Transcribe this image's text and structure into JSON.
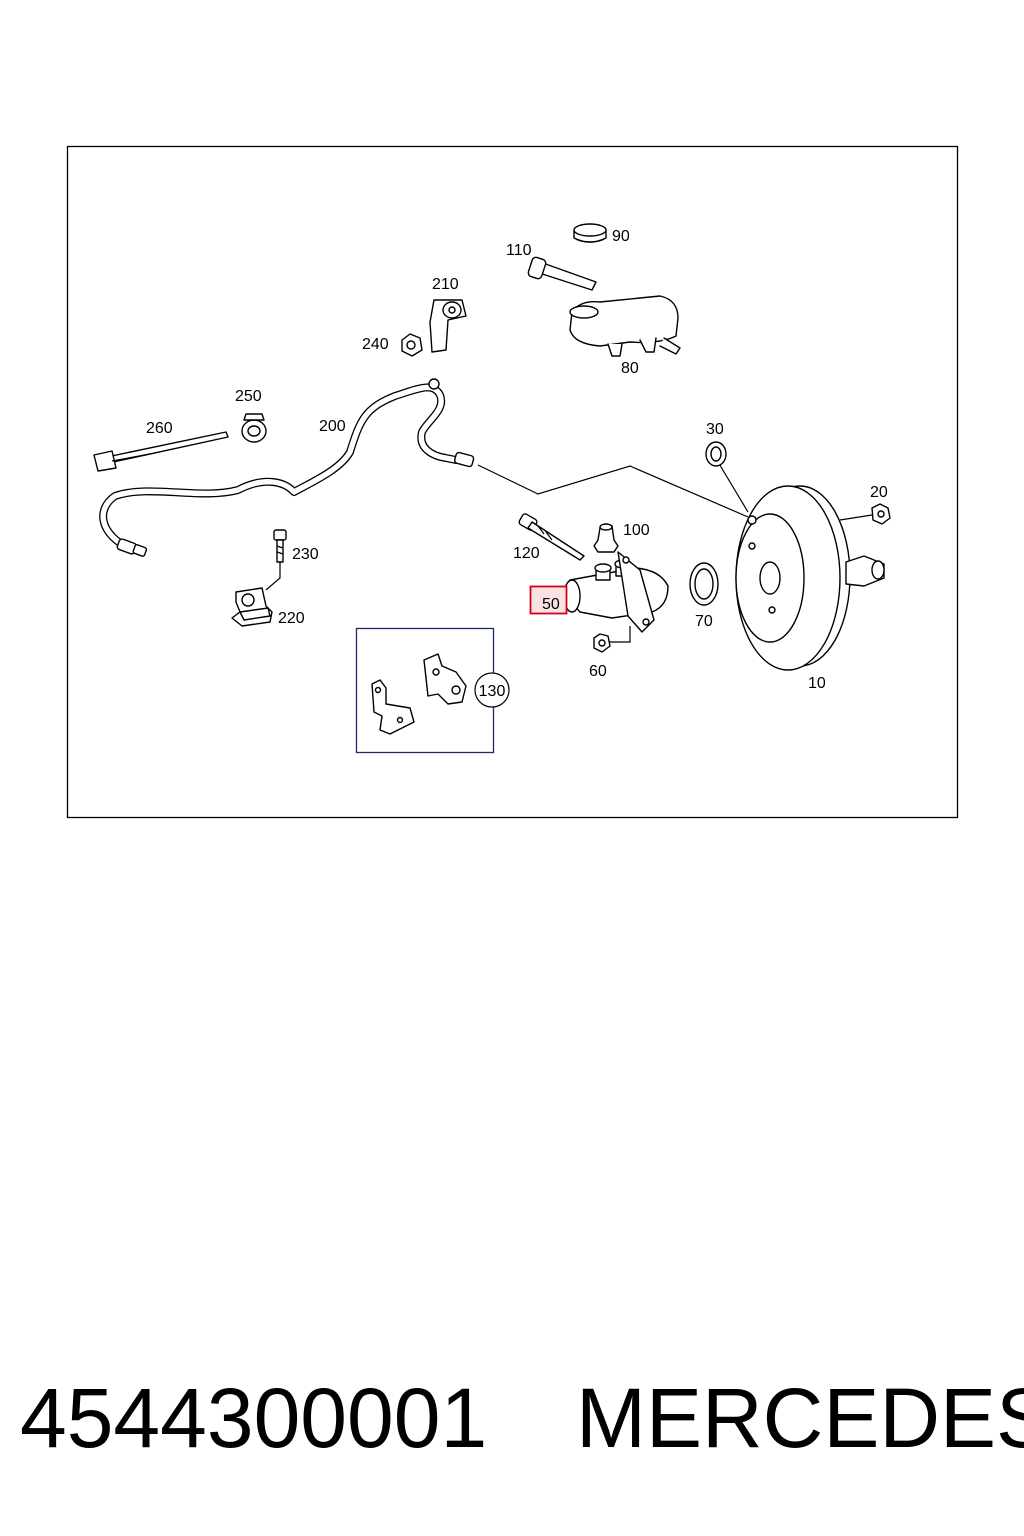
{
  "diagram": {
    "labels": {
      "p10": "10",
      "p20": "20",
      "p30": "30",
      "p50": "50",
      "p60": "60",
      "p70": "70",
      "p80": "80",
      "p90": "90",
      "p100": "100",
      "p110": "110",
      "p120": "120",
      "p130": "130",
      "p200": "200",
      "p210": "210",
      "p220": "220",
      "p230": "230",
      "p240": "240",
      "p250": "250",
      "p260": "260"
    },
    "highlighted_part": "50",
    "highlight_color": "#d0021b"
  },
  "caption": {
    "part_number": "4544300001",
    "brand": "MERCEDES"
  }
}
